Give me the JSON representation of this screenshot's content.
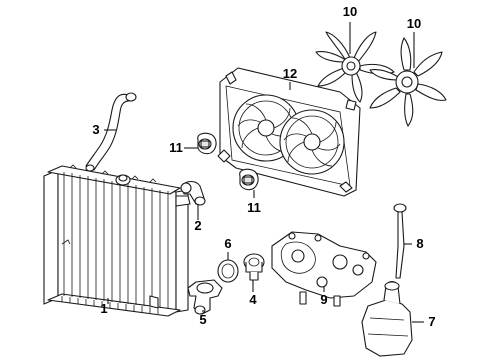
{
  "diagram": {
    "type": "exploded-parts-diagram",
    "callouts": {
      "c1": "1",
      "c2": "2",
      "c3": "3",
      "c4": "4",
      "c5": "5",
      "c6": "6",
      "c7": "7",
      "c8": "8",
      "c9": "9",
      "c10a": "10",
      "c10b": "10",
      "c11a": "11",
      "c11b": "11",
      "c12": "12"
    }
  }
}
